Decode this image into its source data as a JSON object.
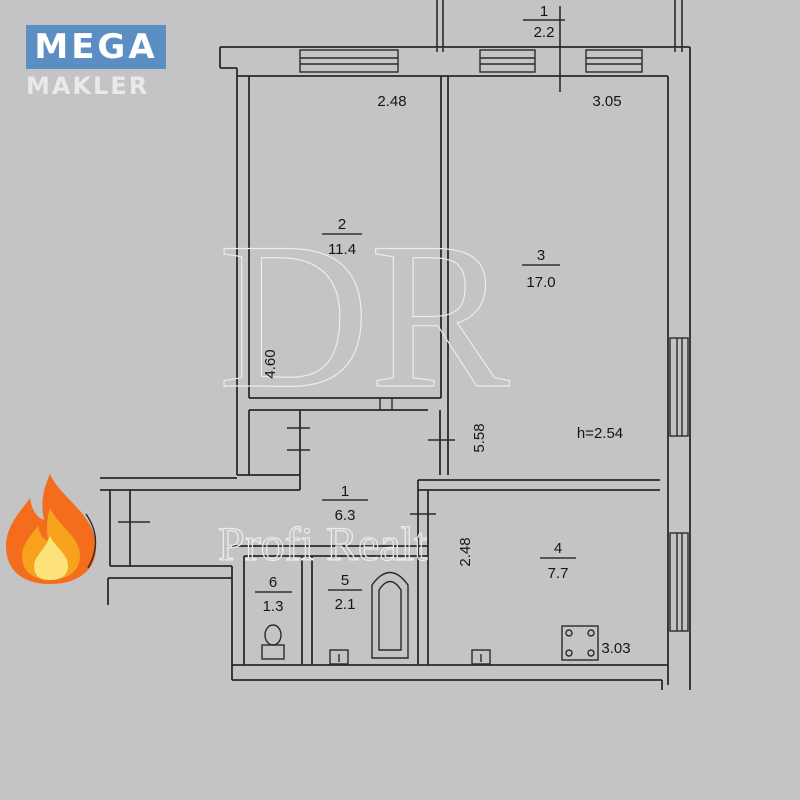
{
  "logo": {
    "line1": "MEGA",
    "line2": "MAKLER"
  },
  "watermark": {
    "monogram": "DR",
    "text": "Profi Realt"
  },
  "rooms": [
    {
      "number": "1",
      "area": "6.3"
    },
    {
      "number": "2",
      "area": "11.4"
    },
    {
      "number": "3",
      "area": "17.0"
    },
    {
      "number": "4",
      "area": "7.7"
    },
    {
      "number": "5",
      "area": "2.1"
    },
    {
      "number": "6",
      "area": "1.3"
    }
  ],
  "balcony": {
    "number": "1",
    "area": "2.2"
  },
  "dimensions": {
    "room2_width": "2.48",
    "room3_width": "3.05",
    "room2_length": "4.60",
    "room3_length": "5.58",
    "room4_length": "2.48",
    "room4_width": "3.03"
  },
  "ceiling_height": "h=2.54",
  "icons": {
    "badge": "fire-icon",
    "stove": "stove-icon",
    "toilet": "toilet-icon",
    "bathtub": "bathtub-icon"
  },
  "colors": {
    "background": "#c4c4c4",
    "walls": "#2a2a2a",
    "logo": "#5b8fc3",
    "fire": "#f6a21c"
  }
}
